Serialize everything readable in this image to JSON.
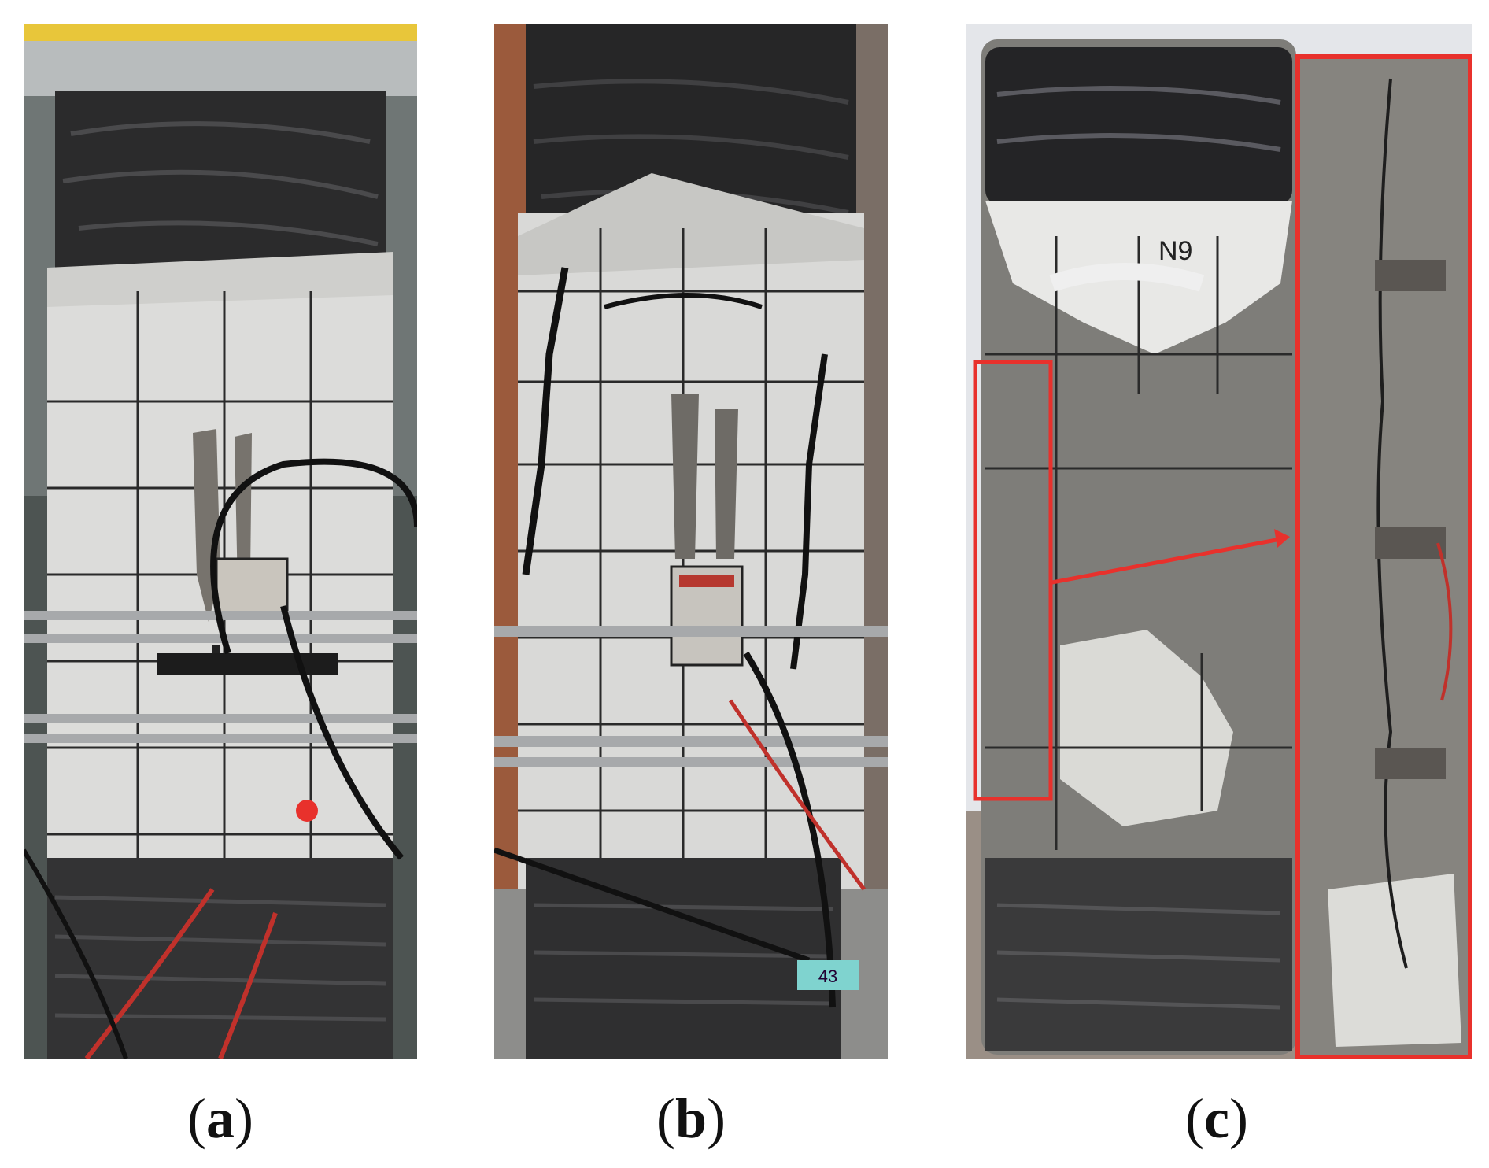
{
  "figure": {
    "panels": [
      {
        "id": "a",
        "label": "a"
      },
      {
        "id": "b",
        "label": "b"
      },
      {
        "id": "c",
        "label": "c"
      }
    ],
    "tag_text": "43",
    "specimen_mark": "N9",
    "colors": {
      "paint_white": "#dcdcda",
      "cfrp_black": "#2b2b2c",
      "concrete_gray": "#7e7d79",
      "grid_line": "#2a2a2a",
      "highlight_red": "#e8312c",
      "rail_steel": "#a7a9ab"
    }
  }
}
